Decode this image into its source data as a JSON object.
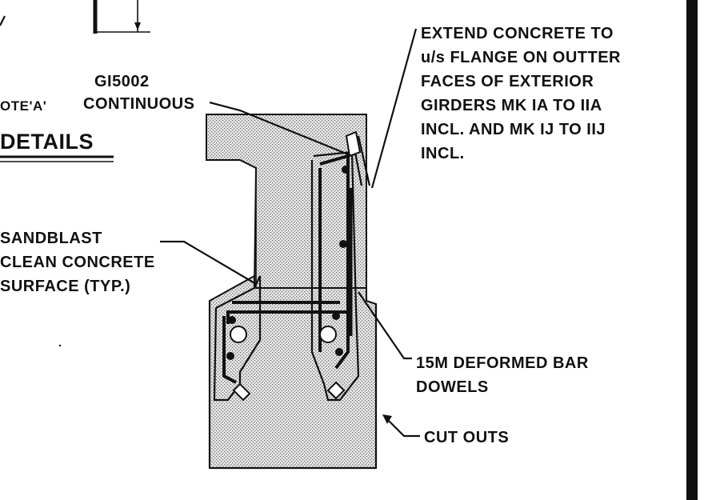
{
  "labels": {
    "gi5002": "GI5002",
    "continuous": "CONTINUOUS",
    "note_a": "OTE'A'",
    "details": "DETAILS",
    "extend_1": "EXTEND CONCRETE TO",
    "extend_2": "u/s FLANGE ON OUTTER",
    "extend_3": "FACES OF EXTERIOR",
    "extend_4": "GIRDERS MK IA TO IIA",
    "extend_5": "INCL. AND MK IJ TO IIJ",
    "extend_6": "INCL.",
    "sandblast_1": "SANDBLAST",
    "sandblast_2": "CLEAN CONCRETE",
    "sandblast_3": "SURFACE (TYP.)",
    "dowels_1": "15M DEFORMED BAR",
    "dowels_2": "DOWELS",
    "cutouts": "CUT OUTS"
  },
  "colors": {
    "ink": "#111111",
    "concrete": "#d9d9d9",
    "background": "#ffffff"
  }
}
